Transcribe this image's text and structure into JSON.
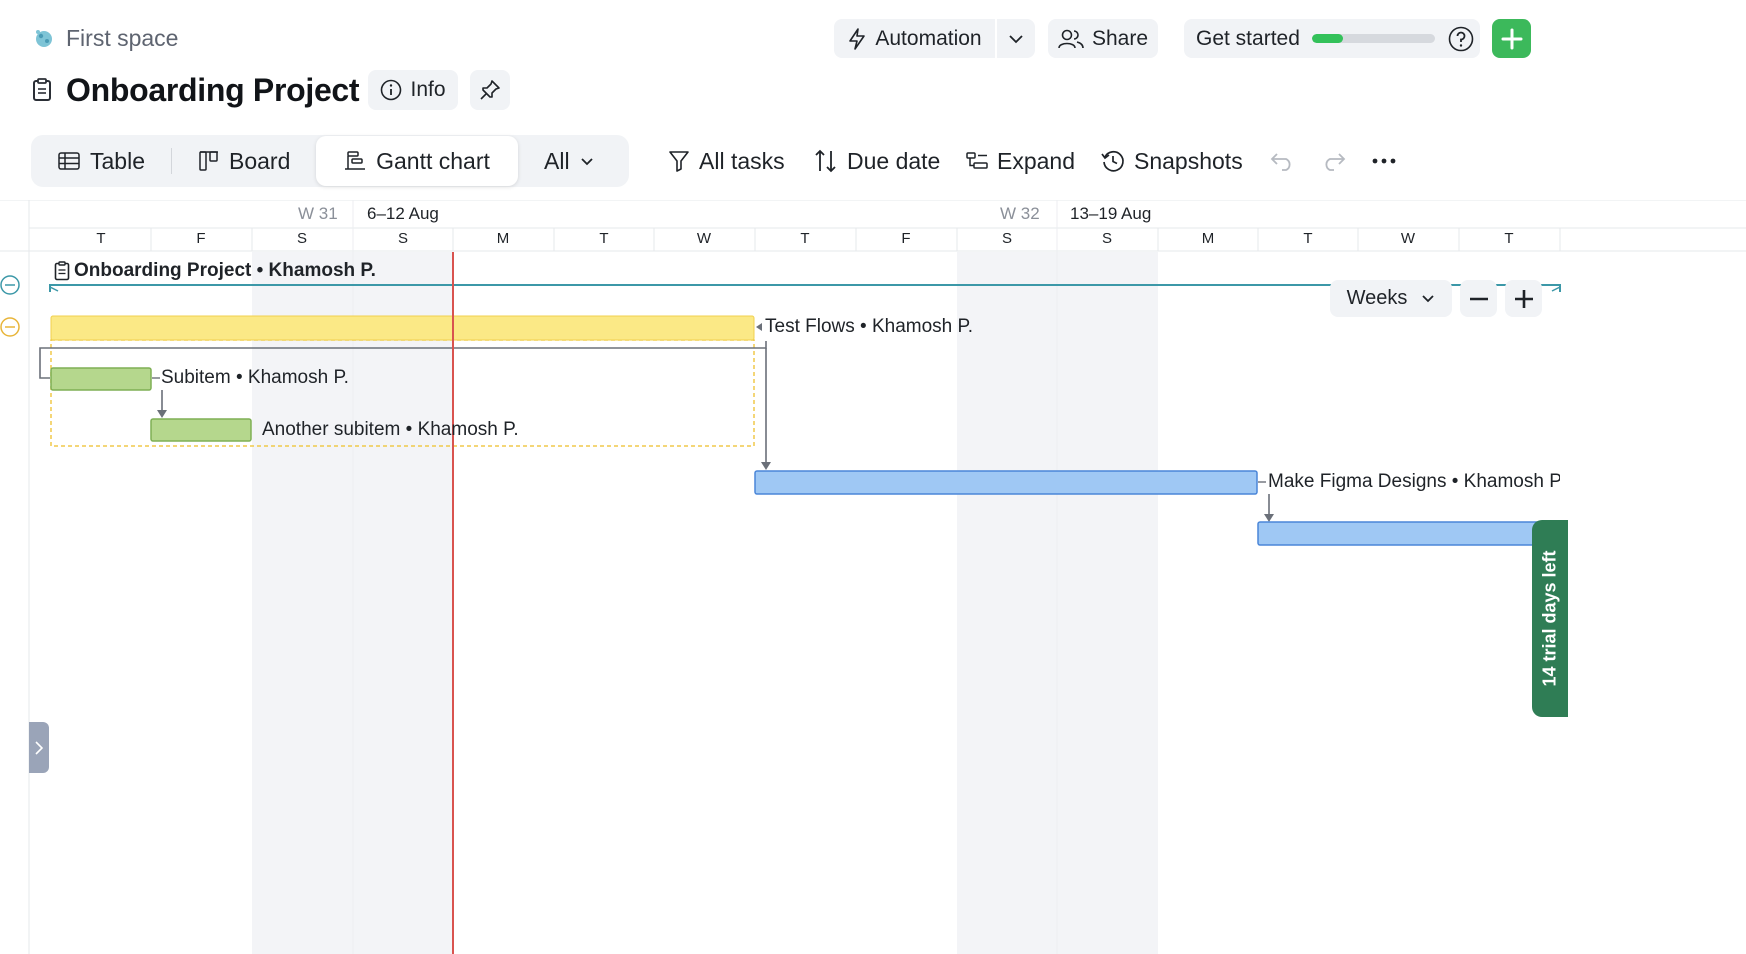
{
  "header": {
    "space_name": "First space",
    "project_title": "Onboarding Project",
    "info_label": "Info",
    "automation_label": "Automation",
    "share_label": "Share",
    "get_started_label": "Get started",
    "get_started_progress_fraction": 0.25
  },
  "views": {
    "tabs": [
      {
        "label": "Table",
        "icon": "table-icon"
      },
      {
        "label": "Board",
        "icon": "board-icon"
      },
      {
        "label": "Gantt chart",
        "icon": "gantt-icon",
        "active": true
      }
    ],
    "filter_label": "All"
  },
  "toolbar": {
    "all_tasks": "All tasks",
    "due_date": "Due date",
    "expand": "Expand",
    "snapshots": "Snapshots"
  },
  "timeline": {
    "weeks": [
      {
        "number": "W 31",
        "range": "6–12 Aug"
      },
      {
        "number": "W 32",
        "range": "13–19 Aug"
      }
    ],
    "days": [
      "T",
      "F",
      "S",
      "S",
      "M",
      "T",
      "W",
      "T",
      "F",
      "S",
      "S",
      "M",
      "T",
      "W",
      "T"
    ],
    "scale": "Weeks"
  },
  "tasks": {
    "project": "Onboarding Project • Khamosh P.",
    "test_flows": "Test Flows • Khamosh P.",
    "subitem": "Subitem • Khamosh P.",
    "another_subitem": "Another subitem • Khamosh P.",
    "figma": "Make Figma Designs • Khamosh P."
  },
  "colors": {
    "yellow_bar": "#fbe986",
    "green_bar": "#b5d78d",
    "blue_bar": "#9fc8f4",
    "today_line": "#d9534f",
    "add_button": "#3cb95b",
    "trial_tab": "#2f7d55"
  },
  "trial": {
    "label": "14 trial days left"
  }
}
